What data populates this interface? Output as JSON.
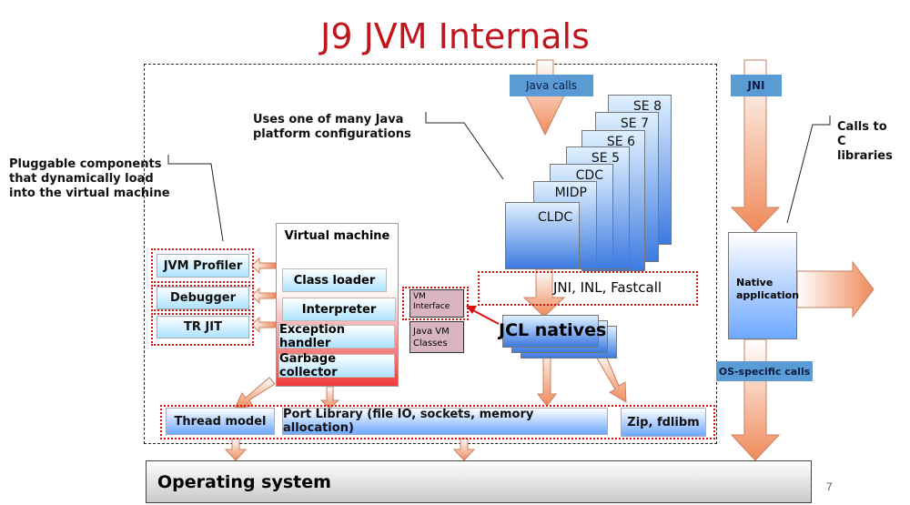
{
  "title": "J9 JVM Internals",
  "annotations": {
    "pluggable": [
      "Pluggable components",
      "that dynamically load",
      "into the virtual machine"
    ],
    "configurations": [
      "Uses one of many Java",
      "platform configurations"
    ],
    "calls": [
      "Calls to",
      "C",
      "libraries"
    ]
  },
  "labels": {
    "java_calls": "Java calls",
    "jni_top": "JNI",
    "jni_inl_fastcall": "JNI, INL, Fastcall",
    "jcl_natives": "JCL natives",
    "vm_interface": [
      "VM",
      "Interface"
    ],
    "java_vm_classes": [
      "Java VM",
      "Classes"
    ],
    "native_application": [
      "Native",
      "application"
    ],
    "os_specific_calls": "OS-specific calls",
    "zip_fdlibm": "Zip, fdlibm",
    "thread_model": "Thread model",
    "port_library": "Port Library (file IO, sockets, memory allocation)",
    "operating_system": "Operating system",
    "page_number": "7"
  },
  "plugins": [
    "JVM Profiler",
    "Debugger",
    "TR JIT"
  ],
  "virtual_machine": {
    "title": "Virtual machine",
    "components": [
      "Class loader",
      "Interpreter",
      "Exception handler",
      "Garbage collector"
    ]
  },
  "configurations": [
    "SE 8",
    "SE 7",
    "SE 6",
    "SE 5",
    "CDC",
    "MIDP",
    "CLDC"
  ]
}
